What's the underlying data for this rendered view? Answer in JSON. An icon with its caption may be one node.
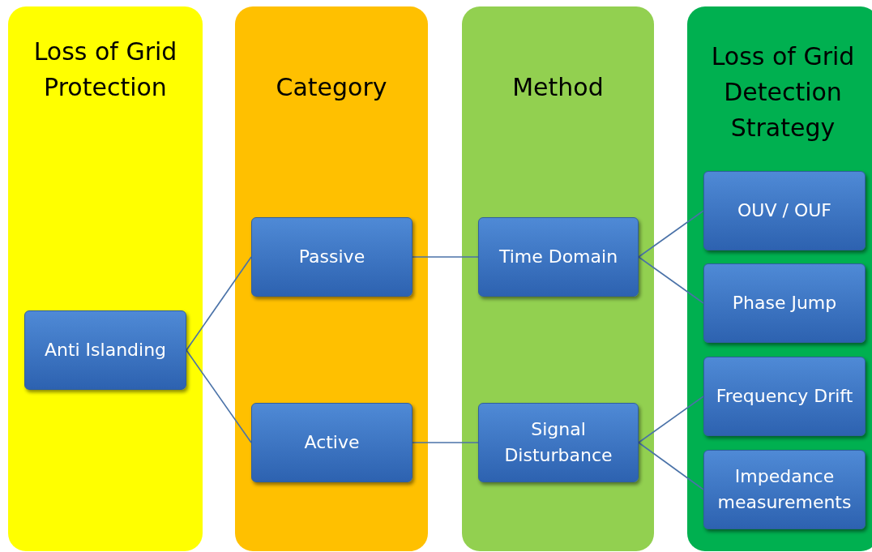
{
  "diagram": {
    "nodes": [
      {
        "text": [
          "Loss of Grid Protection"
        ]
      },
      {
        "text": [
          "Anti Islanding"
        ],
        "in": 0
      },
      {
        "text": [
          "Category"
        ]
      },
      {
        "text": [
          "Passive"
        ],
        "in": 2
      },
      {
        "text": [
          "Active"
        ],
        "in": 2
      },
      {
        "text": [
          "Method"
        ]
      },
      {
        "text": [
          "Time Domain"
        ],
        "in": 5
      },
      {
        "text": [
          "Signal Disturbance"
        ],
        "in": 5
      },
      {
        "text": [
          "Loss of Grid Detection Strategy"
        ]
      },
      {
        "text": [
          "OUV / OUF"
        ],
        "in": 8
      },
      {
        "text": [
          "Phase Jump"
        ],
        "in": 8
      },
      {
        "text": [
          "Frequency Drift"
        ],
        "in": 8
      },
      {
        "text": [
          "Impedance measurements"
        ],
        "in": 8
      }
    ],
    "edges": [
      {
        "from": 1,
        "to": 3,
        "arrow": "none"
      },
      {
        "from": 1,
        "to": 4,
        "arrow": "none"
      },
      {
        "from": 3,
        "to": 6,
        "arrow": "none"
      },
      {
        "from": 4,
        "to": 7,
        "arrow": "none"
      },
      {
        "from": 6,
        "to": 9,
        "arrow": "none"
      },
      {
        "from": 6,
        "to": 10,
        "arrow": "none"
      },
      {
        "from": 7,
        "to": 11,
        "arrow": "none"
      },
      {
        "from": 7,
        "to": 12,
        "arrow": "none"
      }
    ]
  }
}
